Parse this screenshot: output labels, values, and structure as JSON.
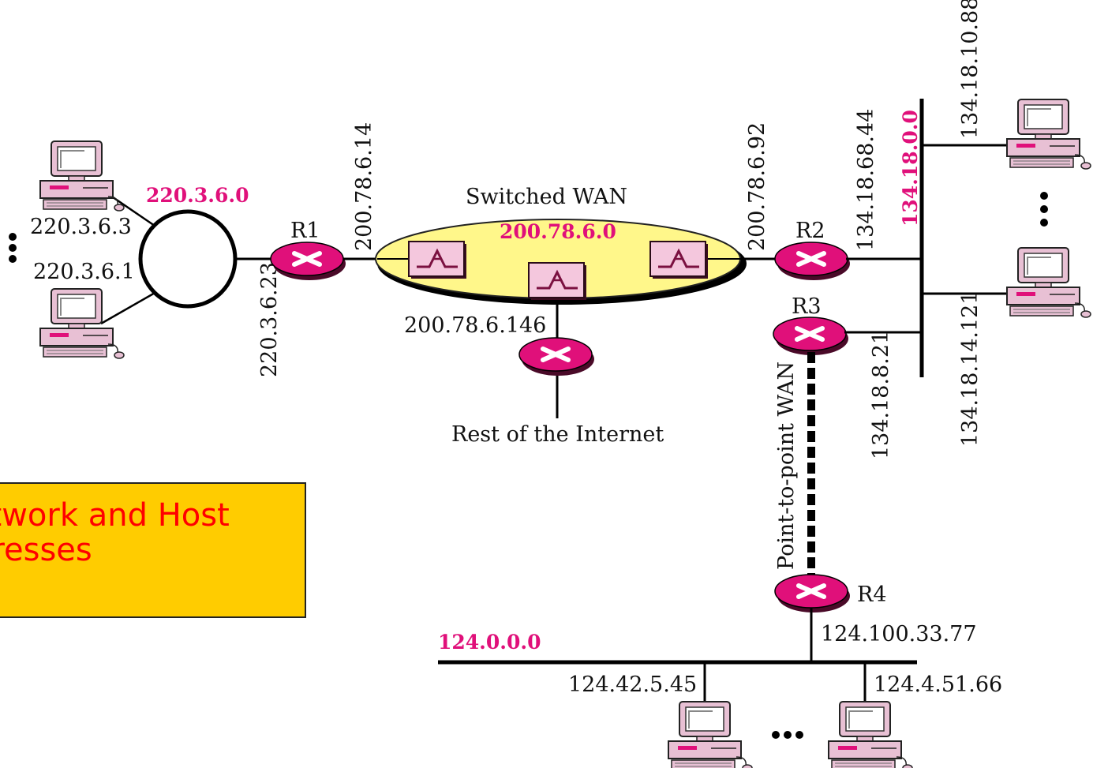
{
  "callout": {
    "line1": "Network and Host",
    "line2": "Addresses"
  },
  "wan": {
    "title": "Switched WAN",
    "network": "200.78.6.0"
  },
  "networks": {
    "ring": "220.3.6.0",
    "bus_right": "134.18.0.0",
    "bus_bottom": "124.0.0.0"
  },
  "routers": {
    "r1": "R1",
    "r2": "R2",
    "r3": "R3",
    "r4": "R4"
  },
  "addresses": {
    "host_a": "220.3.6.3",
    "host_b": "220.3.6.1",
    "r1_lan": "220.3.6.23",
    "r1_wan": "200.78.6.14",
    "r2_wan": "200.78.6.92",
    "r2_lan": "134.18.68.44",
    "host_top_right": "134.18.10.88",
    "host_mid_right": "134.18.14.121",
    "r3_lan": "134.18.8.21",
    "gateway_wan": "200.78.6.146",
    "r4_lan": "124.100.33.77",
    "host_bl": "124.42.5.45",
    "host_br": "124.4.51.66"
  },
  "labels": {
    "internet": "Rest of the Internet",
    "p2p": "Point-to-point WAN",
    "ellipsis": "..."
  },
  "colors": {
    "router": "#e0107a",
    "network_label": "#e0107a",
    "wan_fill": "#fff78a",
    "callout_bg": "#ffcc00",
    "callout_text": "#ff0000",
    "computer": "#e8c0d4"
  },
  "icons": {
    "router": "router-x-icon",
    "switch": "switch-icon",
    "computer": "desktop-computer-icon"
  }
}
